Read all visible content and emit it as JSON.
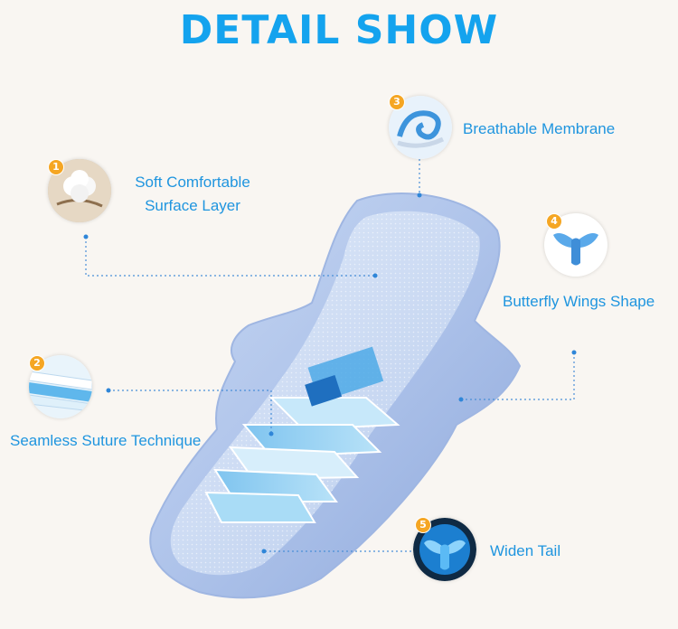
{
  "title": "DETAIL SHOW",
  "features": [
    {
      "number": "1",
      "label_line1": "Soft Comfortable",
      "label_line2": "Surface Layer",
      "icon": "cotton-icon"
    },
    {
      "number": "2",
      "label": "Seamless Suture Technique",
      "icon": "layers-icon"
    },
    {
      "number": "3",
      "label": "Breathable Membrane",
      "icon": "wave-icon"
    },
    {
      "number": "4",
      "label": "Butterfly Wings Shape",
      "icon": "wings-icon"
    },
    {
      "number": "5",
      "label": "Widen Tail",
      "icon": "tail-icon"
    }
  ],
  "colors": {
    "accent": "#14a3ee",
    "label": "#1f95df",
    "badge": "#f5a623",
    "background": "#f9f6f2"
  }
}
